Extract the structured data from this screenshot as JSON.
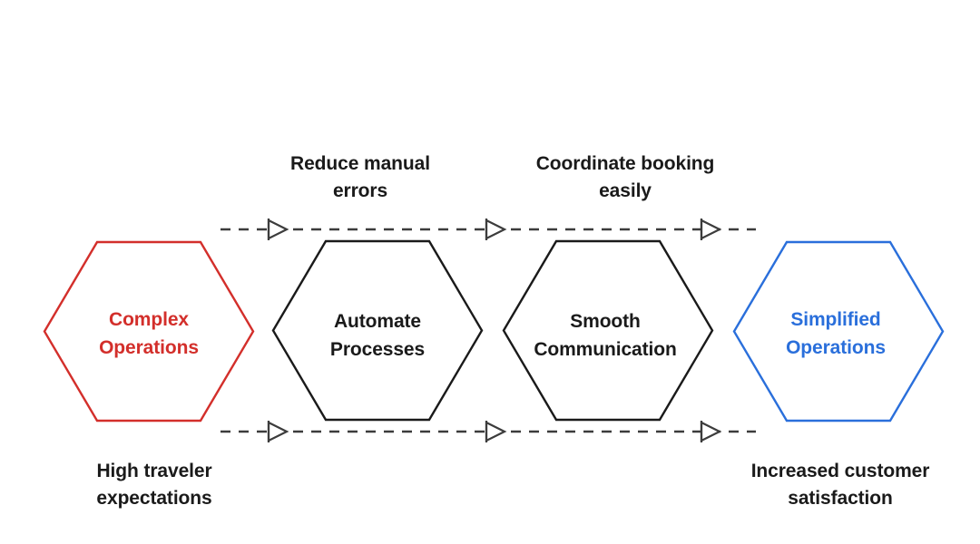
{
  "diagram": {
    "type": "process-flow",
    "title": "",
    "background_color": "#FFFFFF",
    "colors": {
      "start_node": "#D32F2B",
      "end_node": "#2A6FDB",
      "middle_node": "#1A1A1A",
      "connector": "#3C3C3C",
      "text": "#1A1A1A"
    },
    "nodes": [
      {
        "id": "complex-operations",
        "shape": "hexagon",
        "line1": "Complex",
        "line2": "Operations",
        "color": "#D32F2B",
        "role": "start"
      },
      {
        "id": "automate-processes",
        "shape": "hexagon",
        "line1": "Automate",
        "line2": "Processes",
        "color": "#1A1A1A",
        "role": "step"
      },
      {
        "id": "smooth-communication",
        "shape": "hexagon",
        "line1": "Smooth",
        "line2": "Communication",
        "color": "#1A1A1A",
        "role": "step"
      },
      {
        "id": "simplified-operations",
        "shape": "hexagon",
        "line1": "Simplified",
        "line2": "Operations",
        "color": "#2A6FDB",
        "role": "end"
      }
    ],
    "top_labels": [
      {
        "id": "reduce-manual-errors",
        "line1": "Reduce manual",
        "line2": "errors"
      },
      {
        "id": "coordinate-booking-easily",
        "line1": "Coordinate booking",
        "line2": "easily"
      }
    ],
    "bottom_labels": [
      {
        "id": "high-traveler-expectations",
        "line1": "High traveler",
        "line2": "expectations"
      },
      {
        "id": "increased-customer-satisfaction",
        "line1": "Increased customer",
        "line2": "satisfaction"
      }
    ],
    "connectors": [
      {
        "id": "top-flow-line",
        "style": "dashed",
        "direction": "left-to-right",
        "arrowheads": 3
      },
      {
        "id": "bottom-flow-line",
        "style": "dashed",
        "direction": "left-to-right",
        "arrowheads": 3
      }
    ]
  }
}
